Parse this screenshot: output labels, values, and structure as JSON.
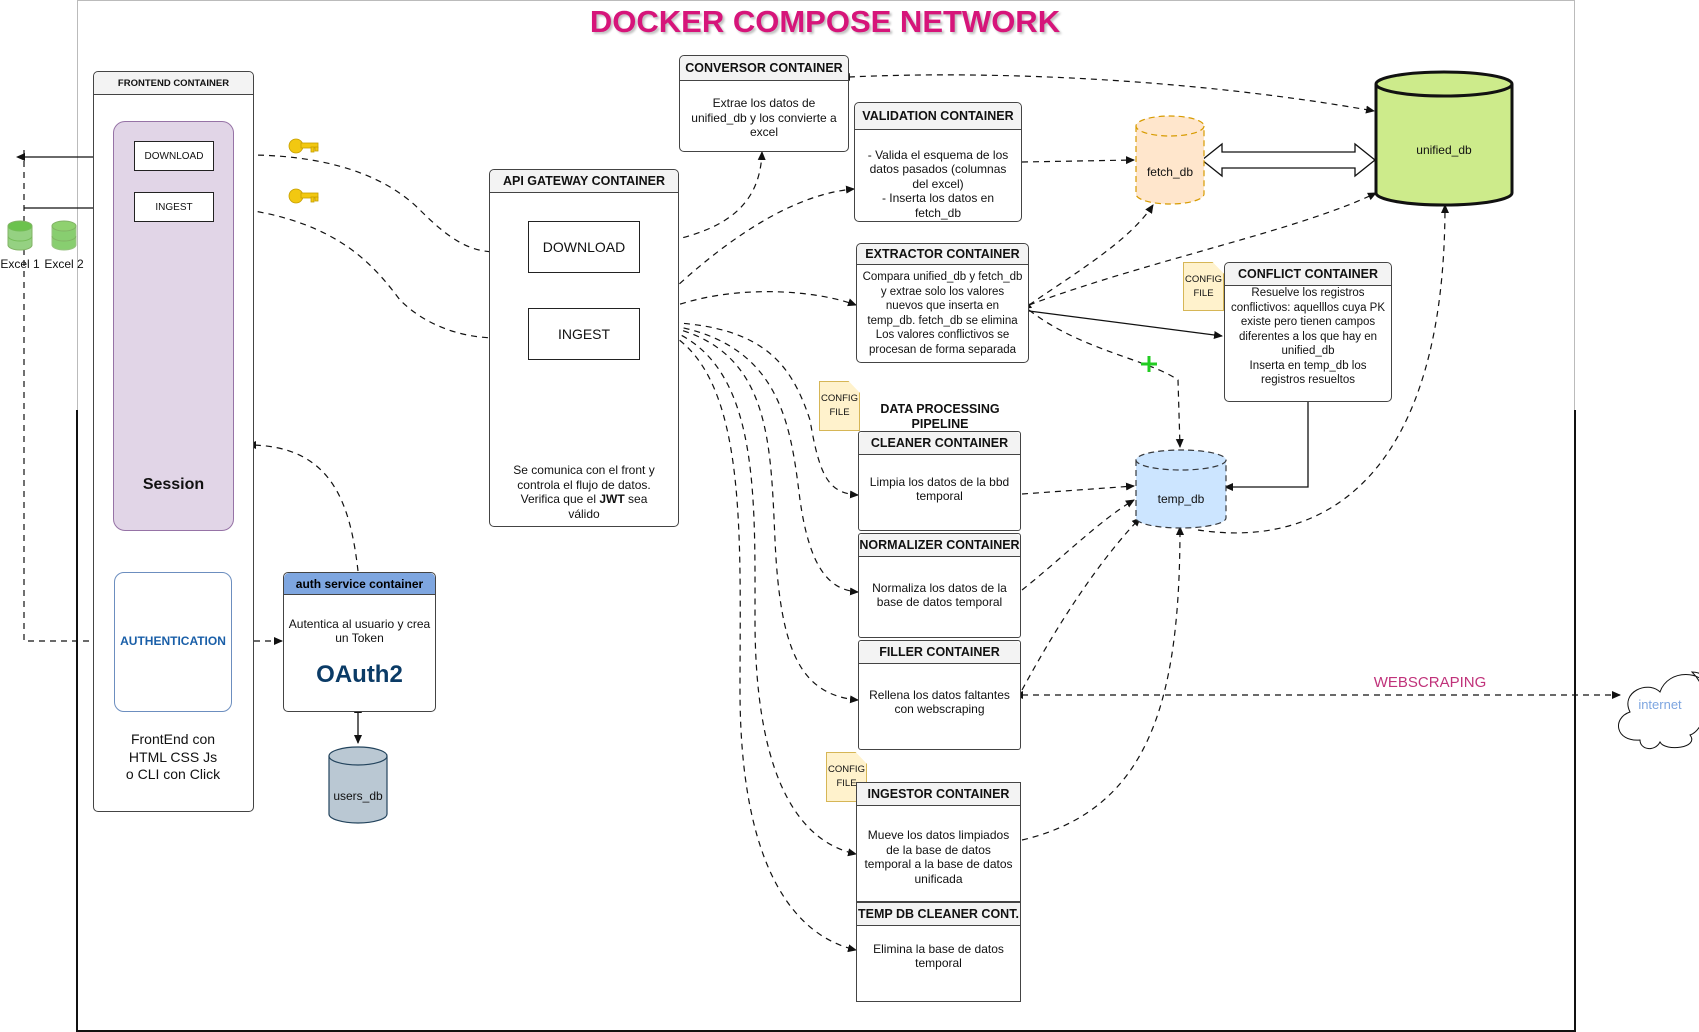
{
  "title": "DOCKER COMPOSE NETWORK",
  "colors": {
    "title": "#d6157a",
    "session_fill": "#e1d5e7",
    "session_stroke": "#9673a6",
    "auth_header": "#7ea6e0",
    "unified_fill": "#cdeb8b",
    "fetch_fill": "#ffe6cc",
    "fetch_stroke": "#d79b00",
    "temp_fill": "#cce5ff",
    "users_fill": "#bac8d3",
    "note_fill": "#fff2cc",
    "webscraping": "#c0327a",
    "internet_text": "#7ea6e0"
  },
  "excel_files": [
    {
      "label": "Excel 1",
      "icon": "database-icon"
    },
    {
      "label": "Excel 2",
      "icon": "database-icon"
    }
  ],
  "frontend": {
    "header": "FRONTEND CONTAINER",
    "download": "DOWNLOAD",
    "ingest": "INGEST",
    "session": "Session",
    "authentication": "AUTHENTICATION",
    "stack_lines": [
      "FrontEnd con",
      "HTML CSS Js",
      "o CLI con Click"
    ]
  },
  "auth_service": {
    "header": "auth service container",
    "body_lines": [
      "Autentica al usuario y crea",
      "un Token"
    ],
    "oauth": "OAuth2",
    "users_db": "users_db"
  },
  "api_gateway": {
    "header": "API GATEWAY CONTAINER",
    "download": "DOWNLOAD",
    "ingest": "INGEST",
    "desc_lines": [
      "Se comunica con el front y",
      "controla el flujo de datos.",
      "Verifica que el ",
      "JWT",
      " sea",
      "válido"
    ]
  },
  "conversor": {
    "header": "CONVERSOR CONTAINER",
    "body_lines": [
      "Extrae los datos de",
      "unified_db y los convierte a",
      "excel"
    ]
  },
  "validation": {
    "header": "VALIDATION CONTAINER",
    "body_lines": [
      "- Valida el esquema de los",
      "datos pasados (columnas",
      "del excel)",
      "- Inserta los datos en",
      "fetch_db"
    ]
  },
  "extractor": {
    "header": "EXTRACTOR CONTAINER",
    "body_lines": [
      "Compara unified_db y fetch_db",
      "y extrae solo los valores",
      "nuevos que inserta en",
      "temp_db. fetch_db se elimina",
      "Los valores conflictivos se",
      "procesan de forma separada"
    ]
  },
  "conflict": {
    "header": "CONFLICT CONTAINER",
    "body_lines": [
      "Resuelve los registros",
      "conflictivos: aquelllos cuya PK",
      "existe pero tienen campos",
      "diferentes a los que hay en",
      "unified_db",
      "Inserta en temp_db los",
      "registros resueltos"
    ]
  },
  "pipeline_label": [
    "DATA PROCESSING",
    "PIPELINE"
  ],
  "config_file": [
    "CONFIG",
    "FILE"
  ],
  "cleaner": {
    "header": "CLEANER CONTAINER",
    "body_lines": [
      "Limpia los datos de la bbd",
      "temporal"
    ]
  },
  "normalizer": {
    "header": "NORMALIZER CONTAINER",
    "body_lines": [
      "Normaliza los datos de la",
      "base de datos temporal"
    ]
  },
  "filler": {
    "header": "FILLER CONTAINER",
    "body_lines": [
      "Rellena los datos faltantes",
      "con webscraping"
    ]
  },
  "ingestor": {
    "header": "INGESTOR CONTAINER",
    "body_lines": [
      "Mueve los datos limpiados",
      "de la base de datos",
      "temporal a la base de datos",
      "unificada"
    ]
  },
  "tempdb_cleaner": {
    "header": "TEMP DB CLEANER CONT.",
    "body_lines": [
      "Elimina la base de datos",
      "temporal"
    ]
  },
  "databases": {
    "unified": "unified_db",
    "fetch": "fetch_db",
    "temp": "temp_db"
  },
  "webscraping": "WEBSCRAPING",
  "internet": "internet"
}
